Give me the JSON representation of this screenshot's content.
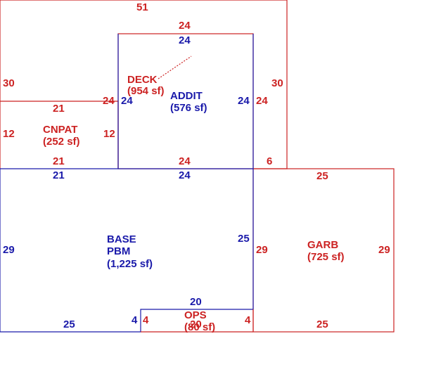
{
  "colors": {
    "red": "#cc2222",
    "blue": "#1a1aaa",
    "background": "#ffffff"
  },
  "areas": {
    "deck": {
      "name": "DECK",
      "size": "(954 sf)"
    },
    "addit": {
      "name": "ADDIT",
      "size": "(576 sf)"
    },
    "cnpat": {
      "name": "CNPAT",
      "size": "(252 sf)"
    },
    "base": {
      "name1": "BASE",
      "name2": "PBM",
      "size": "(1,225 sf)"
    },
    "garb": {
      "name": "GARB",
      "size": "(725 sf)"
    },
    "ops": {
      "name": "OPS",
      "size": "(80 sf)"
    }
  },
  "dimensions": {
    "deck_top": "51",
    "deck_left": "30",
    "deck_right": "30",
    "deck_bottom_right": "6",
    "addit_top_red": "24",
    "addit_top_blue": "24",
    "addit_left_red": "24",
    "addit_left_blue": "24",
    "addit_right_blue": "24",
    "addit_right_red": "24",
    "addit_bottom_red": "24",
    "addit_bottom_blue": "24",
    "cnpat_top": "21",
    "cnpat_left": "12",
    "cnpat_right": "12",
    "cnpat_bottom": "21",
    "base_top": "21",
    "base_left": "29",
    "base_right": "25",
    "base_bottom": "25",
    "base_notch": "4",
    "garb_top": "25",
    "garb_left": "29",
    "garb_right": "29",
    "garb_bottom": "25",
    "ops_top": "20",
    "ops_left": "4",
    "ops_right": "4",
    "ops_bottom": "20"
  }
}
